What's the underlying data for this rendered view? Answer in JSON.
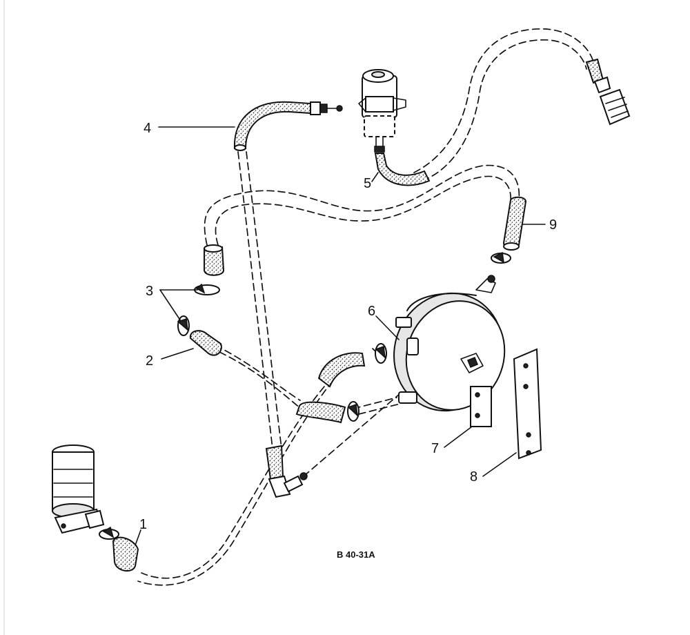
{
  "callouts": {
    "c1": "1",
    "c2": "2",
    "c3": "3",
    "c4": "4",
    "c5": "5",
    "c6": "6",
    "c7": "7",
    "c8": "8",
    "c9": "9"
  },
  "drawing_code": "B 40-31A"
}
